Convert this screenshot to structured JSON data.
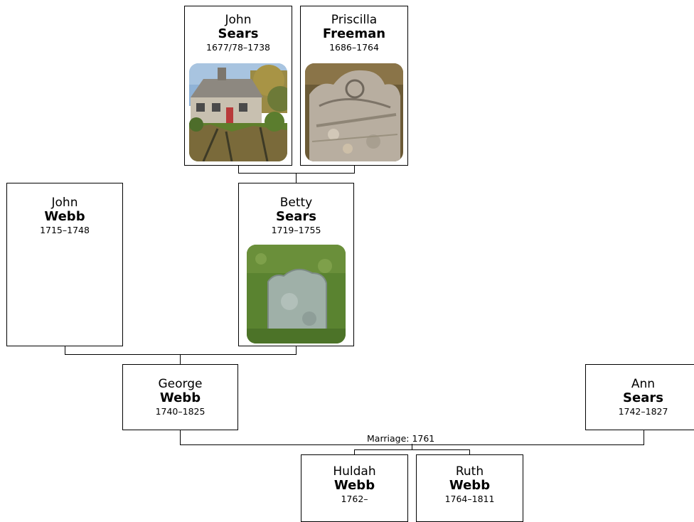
{
  "people": {
    "john_sears": {
      "given": "John",
      "surname": "Sears",
      "dates": "1677/78–1738",
      "photo": "house-photo"
    },
    "priscilla_freeman": {
      "given": "Priscilla",
      "surname": "Freeman",
      "dates": "1686–1764",
      "photo": "gravestone-photo"
    },
    "john_webb": {
      "given": "John",
      "surname": "Webb",
      "dates": "1715–1748"
    },
    "betty_sears": {
      "given": "Betty",
      "surname": "Sears",
      "dates": "1719–1755",
      "photo": "gravestone-photo"
    },
    "george_webb": {
      "given": "George",
      "surname": "Webb",
      "dates": "1740–1825"
    },
    "ann_sears": {
      "given": "Ann",
      "surname": "Sears",
      "dates": "1742–1827"
    },
    "huldah_webb": {
      "given": "Huldah",
      "surname": "Webb",
      "dates": "1762–"
    },
    "ruth_webb": {
      "given": "Ruth",
      "surname": "Webb",
      "dates": "1764–1811"
    }
  },
  "marriage": {
    "label": "Marriage: 1761"
  },
  "colors": {
    "border": "#000000",
    "background": "#ffffff",
    "grass": "#4f7a2c",
    "stone": "#9aa7a2",
    "sky": "#7fa6cf"
  }
}
